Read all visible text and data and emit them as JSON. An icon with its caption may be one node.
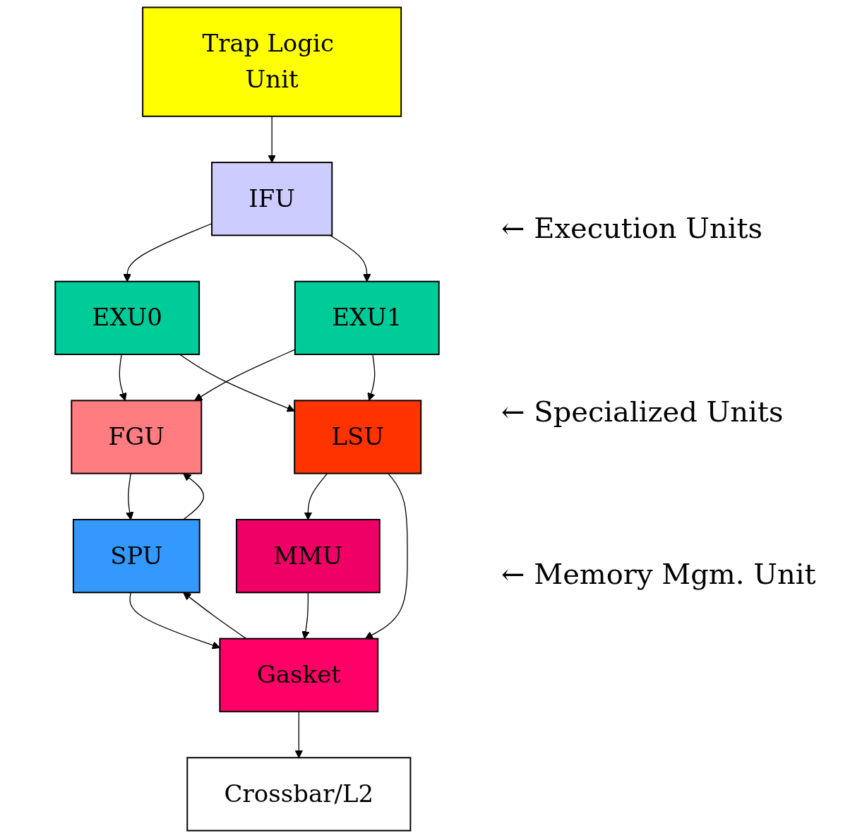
{
  "diagram": {
    "nodes": [
      {
        "text": [
          "Trap Logic Unit"
        ]
      },
      {
        "text": [
          "IFU"
        ]
      },
      {
        "text": [
          "EXU0"
        ]
      },
      {
        "text": [
          "EXU1"
        ]
      },
      {
        "text": [
          "SPU"
        ]
      },
      {
        "text": [
          "FGU"
        ]
      },
      {
        "text": [
          "LSU"
        ]
      },
      {
        "text": [
          "MMU"
        ]
      },
      {
        "text": [
          "Gasket"
        ]
      },
      {
        "text": [
          "Crossbar/L2"
        ]
      }
    ],
    "edges": [
      {
        "from": 0,
        "to": 1,
        "arrow": "to"
      },
      {
        "from": 1,
        "to": 2,
        "arrow": "to"
      },
      {
        "from": 1,
        "to": 3,
        "arrow": "to"
      },
      {
        "from": 2,
        "to": 5,
        "arrow": "to"
      },
      {
        "from": 2,
        "to": 6,
        "arrow": "to"
      },
      {
        "from": 3,
        "to": 5,
        "arrow": "to"
      },
      {
        "from": 3,
        "to": 6,
        "arrow": "to"
      },
      {
        "from": 5,
        "to": 4,
        "arrow": "to"
      },
      {
        "from": 4,
        "to": 5,
        "arrow": "to"
      },
      {
        "from": 6,
        "to": 7,
        "arrow": "to"
      },
      {
        "from": 6,
        "to": 8,
        "arrow": "to"
      },
      {
        "from": 4,
        "to": 8,
        "arrow": "to"
      },
      {
        "from": 8,
        "to": 4,
        "arrow": "to"
      },
      {
        "from": 7,
        "to": 8,
        "arrow": "to"
      },
      {
        "from": 8,
        "to": 9,
        "arrow": "to"
      }
    ],
    "labels": [
      "← Execution Units",
      "← Specialized Units",
      "← Memory Mgm. Unit"
    ]
  }
}
